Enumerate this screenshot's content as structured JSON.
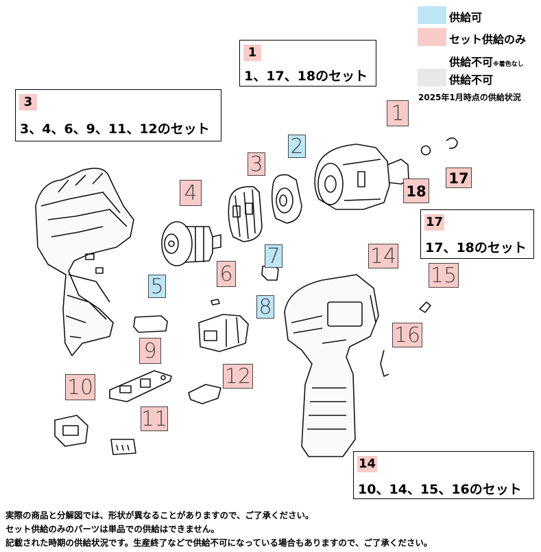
{
  "legend": {
    "items": [
      {
        "label": "供給可",
        "color": "#bde6f7"
      },
      {
        "label": "セット供給のみ",
        "color": "#f9cbc8"
      },
      {
        "label": "供給不可",
        "note": "※着色なし",
        "color": "#ffffff"
      },
      {
        "label": "供給不可",
        "color": "#e8e8e8"
      }
    ],
    "status": "2025年1月時点の供給状況"
  },
  "sets": [
    {
      "badge": "1",
      "desc": "1、17、18のセット"
    },
    {
      "badge": "3",
      "desc": "3、4、6、9、11、12のセット"
    },
    {
      "badge": "17",
      "desc": "17、18のセット"
    },
    {
      "badge": "14",
      "desc": "10、14、15、16のセット"
    }
  ],
  "parts": [
    {
      "num": "1",
      "status": "set-only"
    },
    {
      "num": "2",
      "status": "available"
    },
    {
      "num": "3",
      "status": "set-only"
    },
    {
      "num": "4",
      "status": "set-only"
    },
    {
      "num": "5",
      "status": "available"
    },
    {
      "num": "6",
      "status": "set-only"
    },
    {
      "num": "7",
      "status": "available"
    },
    {
      "num": "8",
      "status": "available"
    },
    {
      "num": "9",
      "status": "set-only"
    },
    {
      "num": "10",
      "status": "set-only"
    },
    {
      "num": "11",
      "status": "set-only"
    },
    {
      "num": "12",
      "status": "set-only"
    },
    {
      "num": "14",
      "status": "set-only"
    },
    {
      "num": "15",
      "status": "set-only"
    },
    {
      "num": "16",
      "status": "set-only"
    },
    {
      "num": "17",
      "status": "set-only"
    },
    {
      "num": "18",
      "status": "set-only"
    }
  ],
  "footnotes": [
    "実際の商品と分解図では、形状が異なることがありますので、ご了承ください。",
    "セット供給のみのパーツは単品での供給はできません。",
    "記載された時期の供給状況です。生産終了などで供給不可になっている場合もありますので、ご了承ください。"
  ]
}
